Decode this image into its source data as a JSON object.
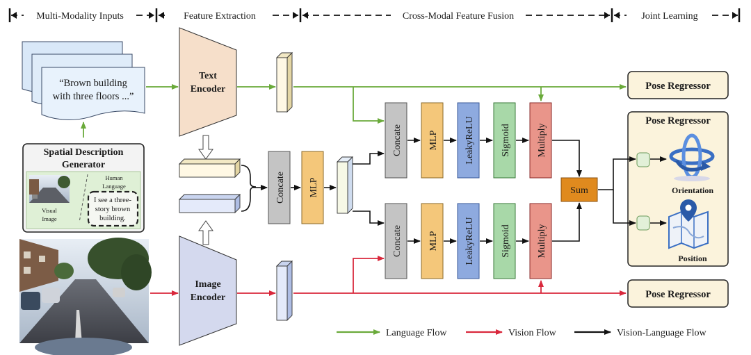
{
  "stages": [
    {
      "label": "Multi-Modality Inputs"
    },
    {
      "label": "Feature Extraction"
    },
    {
      "label": "Cross-Modal Feature Fusion"
    },
    {
      "label": "Joint Learning"
    }
  ],
  "inputs": {
    "text_quote_line1": "“Brown building",
    "text_quote_line2": "with three floors ...”",
    "generator_title_line1": "Spatial Description",
    "generator_title_line2": "Generator",
    "human_language_line1": "Human",
    "human_language_line2": "Language",
    "visual_image_line1": "Visual",
    "visual_image_line2": "Image",
    "speech_line1": "I see a three-",
    "speech_line2": "story brown",
    "speech_line3": "building."
  },
  "encoders": {
    "text_line1": "Text",
    "text_line2": "Encoder",
    "image_line1": "Image",
    "image_line2": "Encoder"
  },
  "fusion": {
    "concate": "Concate",
    "mlp": "MLP",
    "leaky_relu": "LeakyReLU",
    "sigmoid": "Sigmoid",
    "multiply": "Multiply",
    "sum": "Sum"
  },
  "heads": {
    "pose_regressor": "Pose Regressor",
    "orientation": "Orientation",
    "position": "Position"
  },
  "legend": {
    "language": "Language Flow",
    "vision": "Vision Flow",
    "vision_language": "Vision-Language Flow"
  },
  "colors": {
    "language_flow": "#6aaa3a",
    "vision_flow": "#d9283c",
    "vl_flow": "#111111",
    "concate": "#c4c4c4",
    "mlp": "#f4c77a",
    "leaky_relu": "#8eaadf",
    "sigmoid": "#a8d8a8",
    "multiply": "#e9958a",
    "sum": "#e08a1e",
    "pose_regressor": "#fbf3dc",
    "text_encoder": "#f6dfca",
    "image_encoder": "#d4d9ee",
    "generator_panel": "#dff0d6"
  },
  "icons": [
    "orientation-icon",
    "map-pin-icon",
    "street-photo",
    "car-thumbnail"
  ]
}
